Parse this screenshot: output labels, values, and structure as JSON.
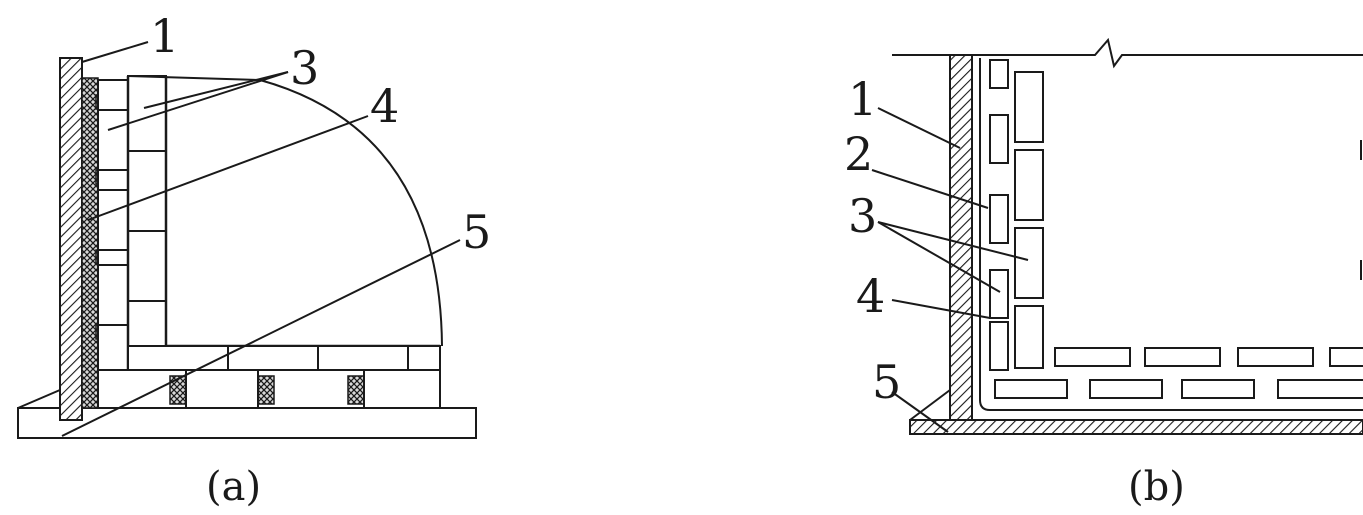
{
  "figure_a": {
    "caption": "(a)",
    "callouts": [
      "1",
      "3",
      "4",
      "5"
    ]
  },
  "figure_b": {
    "caption": "(b)",
    "callouts": [
      "1",
      "2",
      "3",
      "4",
      "5"
    ]
  }
}
